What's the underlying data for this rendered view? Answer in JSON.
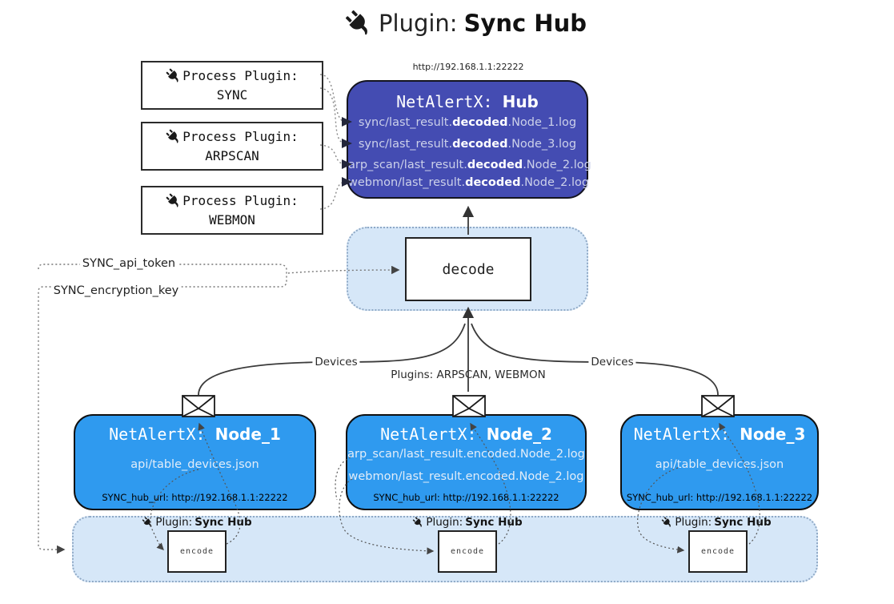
{
  "title": {
    "icon": "plug-icon",
    "prefix": "Plugin: ",
    "bold": "Sync Hub"
  },
  "process_plugins": [
    {
      "line1": "Process Plugin:",
      "name": "SYNC"
    },
    {
      "line1": "Process Plugin:",
      "name": "ARPSCAN"
    },
    {
      "line1": "Process Plugin:",
      "name": "WEBMON"
    }
  ],
  "hub": {
    "url": "http://192.168.1.1:22222",
    "title_mono": "NetAlertX: ",
    "title_bold": "Hub",
    "lines": [
      {
        "pre": "sync/last_result.",
        "bold": "decoded",
        "post": ".Node_1.log"
      },
      {
        "pre": "sync/last_result.",
        "bold": "decoded",
        "post": ".Node_3.log"
      },
      {
        "pre": "arp_scan/last_result.",
        "bold": "decoded",
        "post": ".Node_2.log"
      },
      {
        "pre": "webmon/last_result.",
        "bold": "decoded",
        "post": ".Node_2.log"
      }
    ]
  },
  "decode": {
    "label": "decode"
  },
  "config_labels": {
    "api_token": "SYNC_api_token",
    "encryption_key": "SYNC_encryption_key"
  },
  "edge_labels": {
    "devices_left": "Devices",
    "plugins_center": "Plugins: ARPSCAN, WEBMON",
    "devices_right": "Devices"
  },
  "nodes": [
    {
      "title_mono": "NetAlertX: ",
      "title_bold": "Node_1",
      "lines": [
        "api/table_devices.json"
      ],
      "hub_url": "SYNC_hub_url: http://192.168.1.1:22222"
    },
    {
      "title_mono": "NetAlertX: ",
      "title_bold": "Node_2",
      "lines": [
        "arp_scan/last_result.encoded.Node_2.log",
        "webmon/last_result.encoded.Node_2.log"
      ],
      "hub_url": "SYNC_hub_url: http://192.168.1.1:22222"
    },
    {
      "title_mono": "NetAlertX: ",
      "title_bold": "Node_3",
      "lines": [
        "api/table_devices.json"
      ],
      "hub_url": "SYNC_hub_url: http://192.168.1.1:22222"
    }
  ],
  "encode_sections": [
    {
      "label_pre": "Plugin: ",
      "label_bold": "Sync Hub",
      "box_label": "encode"
    },
    {
      "label_pre": "Plugin: ",
      "label_bold": "Sync Hub",
      "box_label": "encode"
    },
    {
      "label_pre": "Plugin: ",
      "label_bold": "Sync Hub",
      "box_label": "encode"
    }
  ],
  "colors": {
    "hub_bg": "#444CB2",
    "node_bg": "#2F9AEF",
    "band_bg": "#D6E7F8",
    "band_border": "#8FA9C6",
    "line": "#3b3b3b"
  }
}
